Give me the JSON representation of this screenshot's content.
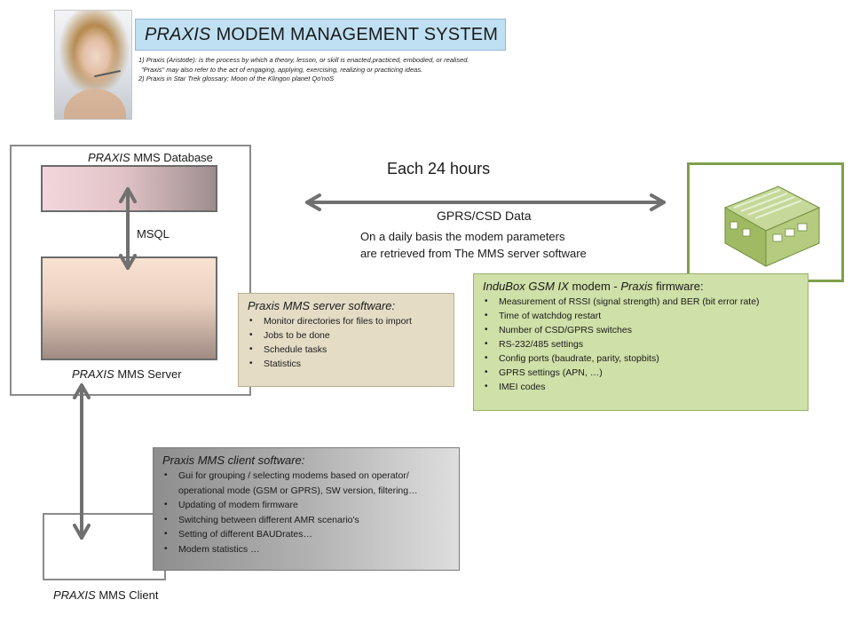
{
  "header": {
    "title_italic": "PRAXIS",
    "title_rest": "MODEM MANAGEMENT SYSTEM",
    "definitions": [
      "1) Praxis (Aristotle): is the process by which a theory, lesson, or skill is enacted,practiced, embodied, or realised.",
      "\"Praxis\" may also refer to the act of engaging, applying, exercising, realizing or practicing ideas.",
      "2) Praxis in Star Trek glossary: Moon of the Klingon planet Qo'noS"
    ]
  },
  "left": {
    "db_italic": "PRAXIS",
    "db_rest": "MMS  Database",
    "msql": "MSQL",
    "server_italic": "PRAXIS",
    "server_rest": "MMS  Server",
    "client_italic": "PRAXIS",
    "client_rest": "MMS  Client"
  },
  "center": {
    "every": "Each 24 hours",
    "gprs": "GPRS/CSD Data",
    "daily_line1": "On a daily basis the modem  parameters",
    "daily_line2": "are retrieved from The MMS server software"
  },
  "server_software": {
    "title": "Praxis MMS server software:",
    "items": [
      "Monitor directories for files to import",
      "Jobs to be done",
      "Schedule tasks",
      "Statistics"
    ]
  },
  "modem_software": {
    "title_a": "InduBox GSM IX",
    "title_b": "modem  -",
    "title_c": "Praxis",
    "title_d": "firmware:",
    "items": [
      "Measurement of RSSI (signal strength) and BER (bit error rate)",
      "Time of watchdog restart",
      "Number of CSD/GPRS switches",
      "RS-232/485 settings",
      "Config ports (baudrate,  parity, stopbits)",
      "GPRS settings (APN, …)",
      "IMEI codes"
    ]
  },
  "client_software": {
    "title": "Praxis MMS client software:",
    "items": [
      "Gui for grouping / selecting modems  based on operator/ operational mode (GSM or GPRS), SW version, filtering…",
      "Updating of modem firmware",
      "Switching between  different AMR scenario's",
      "Setting of different BAUDrates…",
      "Modem statistics …"
    ]
  },
  "colors": {
    "title_bg": "#bfe0f2",
    "modem_panel": "#cfe0a8",
    "server_panel": "#e5dcc6",
    "modem_border": "#7ea04a",
    "arrow": "#707070"
  }
}
